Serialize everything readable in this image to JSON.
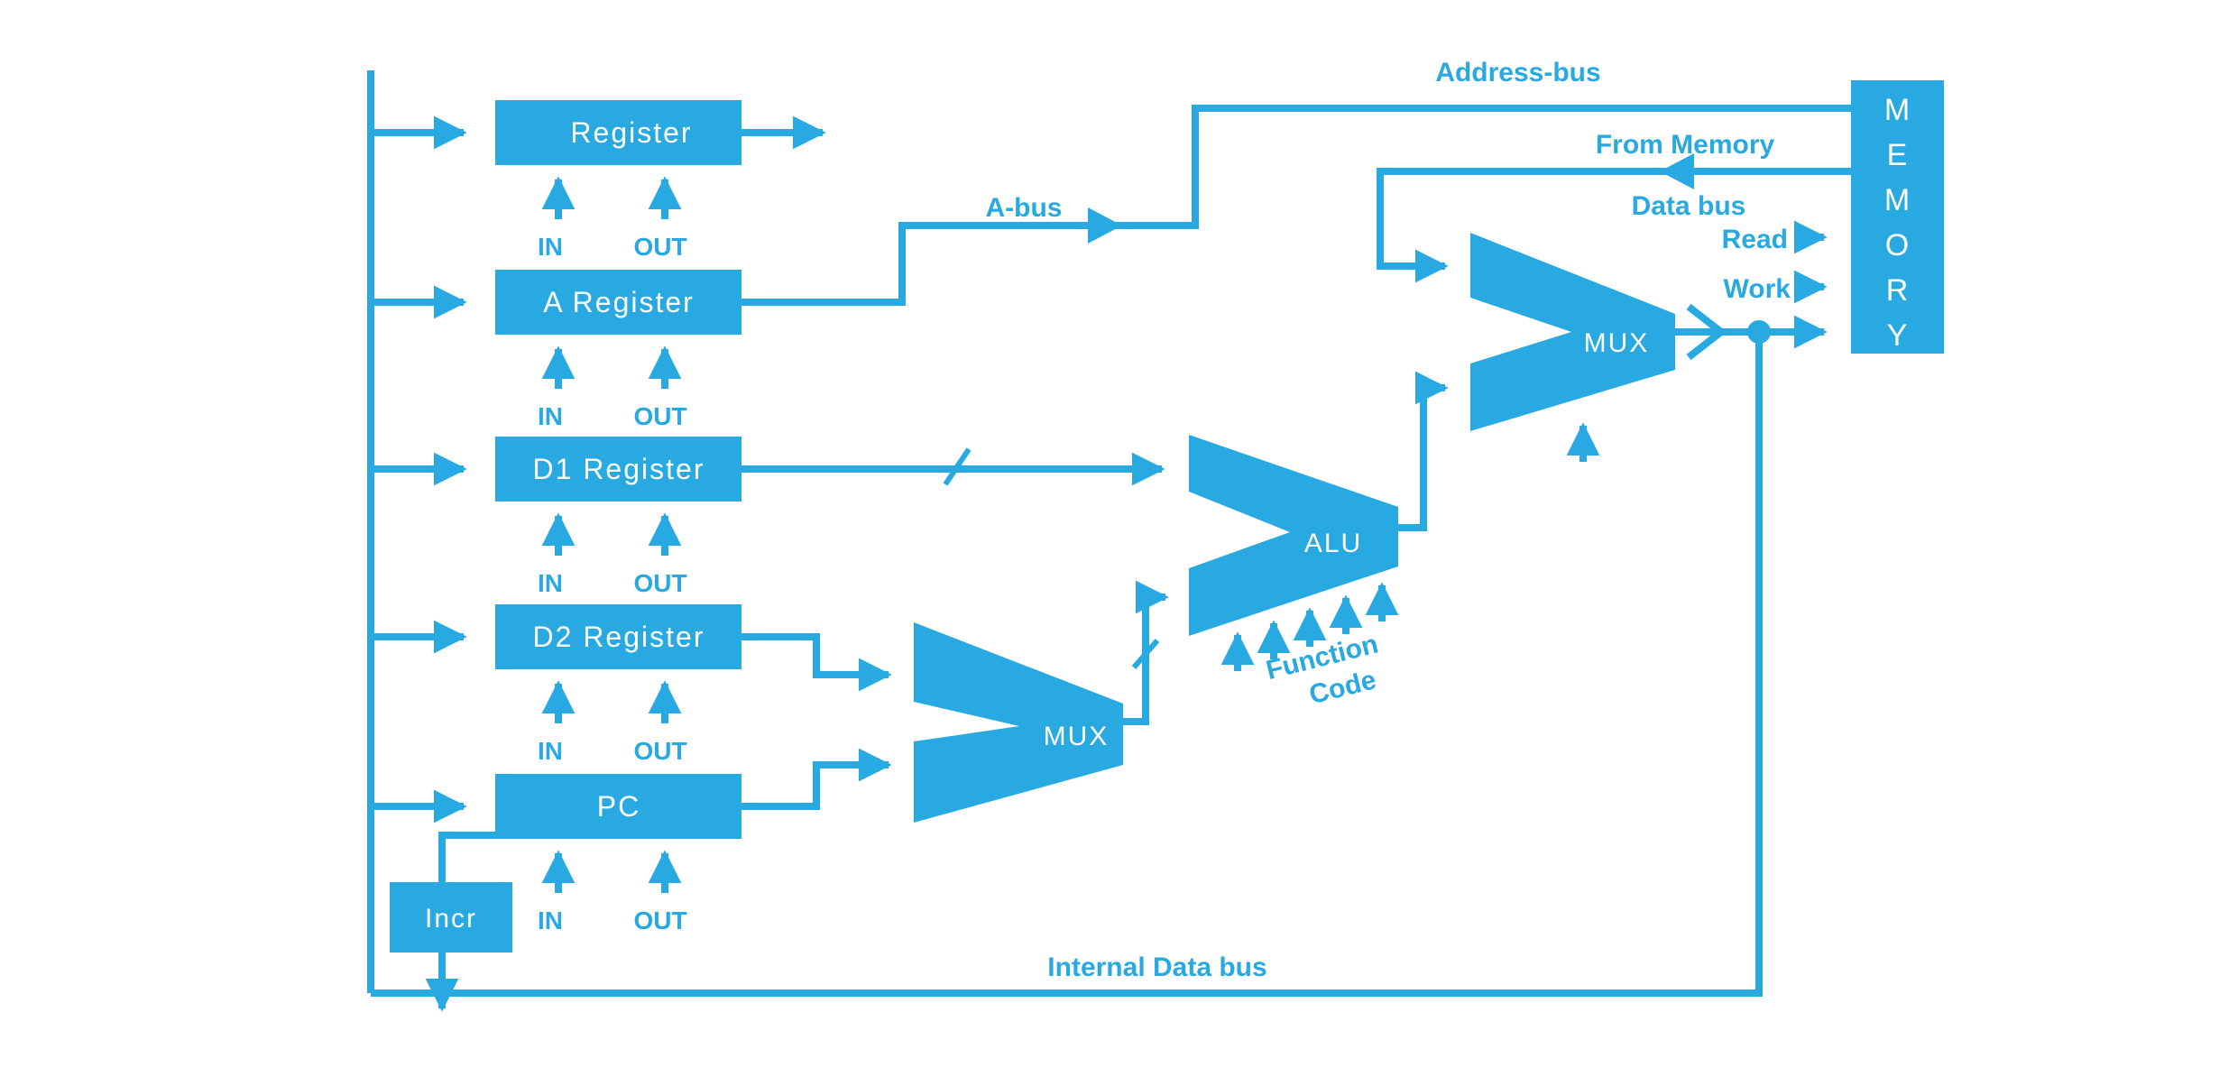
{
  "diagram": {
    "title_hint": "CPU internal data path block diagram",
    "accent_color": "#29a9e2",
    "registers": [
      {
        "label": "Register"
      },
      {
        "label": "A Register"
      },
      {
        "label": "D1 Register"
      },
      {
        "label": "D2 Register"
      },
      {
        "label": "PC"
      }
    ],
    "incrementer_label": "Incr",
    "in_label": "IN",
    "out_label": "OUT",
    "mux_lower_label": "MUX",
    "mux_upper_label": "MUX",
    "alu_label": "ALU",
    "memory_letters": [
      "M",
      "E",
      "M",
      "O",
      "R",
      "Y"
    ],
    "bus_labels": {
      "a_bus": "A-bus",
      "address_bus": "Address-bus",
      "from_memory": "From Memory",
      "data_bus": "Data bus",
      "internal_data_bus": "Internal Data bus"
    },
    "control_labels": {
      "read": "Read",
      "work": "Work",
      "function_code_line1": "Function",
      "function_code_line2": "Code"
    }
  }
}
